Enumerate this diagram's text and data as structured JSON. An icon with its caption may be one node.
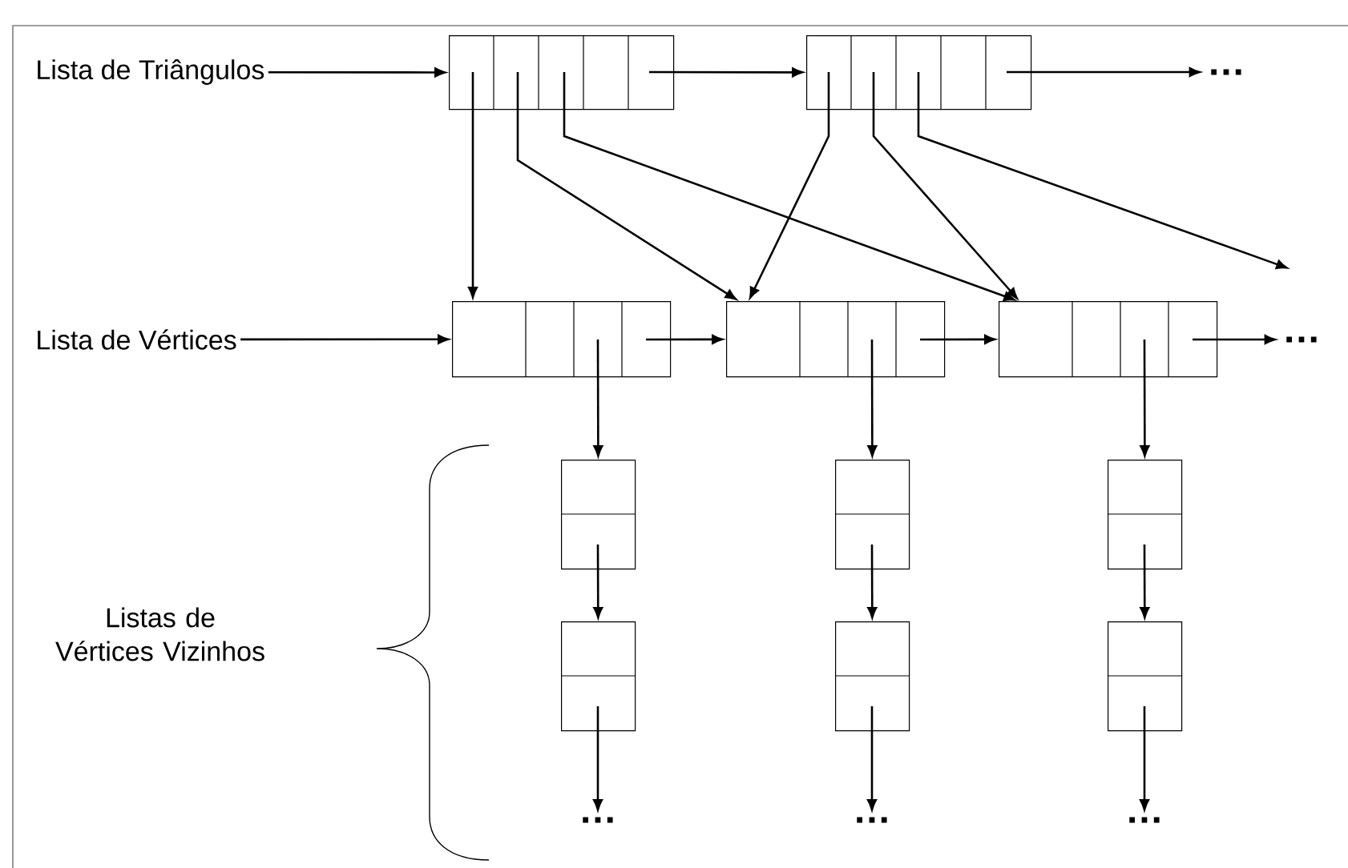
{
  "diagram": {
    "nodes": [
      {
        "text": [
          "Lista de Triângulos"
        ]
      },
      {
        "text": [],
        "shape": "box"
      },
      {
        "text": [],
        "shape": "box"
      },
      {
        "text": [
          "…"
        ]
      },
      {
        "text": [
          "Lista de Vértices"
        ]
      },
      {
        "text": [],
        "shape": "box"
      },
      {
        "text": [],
        "shape": "box"
      },
      {
        "text": [],
        "shape": "box"
      },
      {
        "text": [
          "…"
        ]
      },
      {
        "text": [],
        "shape": "box"
      },
      {
        "text": [],
        "shape": "box"
      },
      {
        "text": [],
        "shape": "box"
      },
      {
        "text": [],
        "shape": "box"
      },
      {
        "text": [],
        "shape": "box"
      },
      {
        "text": [],
        "shape": "box"
      },
      {
        "text": [
          "…"
        ]
      },
      {
        "text": [
          "…"
        ]
      },
      {
        "text": [
          "…"
        ]
      }
    ],
    "edges": [
      {
        "from": 0,
        "to": 1,
        "arrow": "to"
      },
      {
        "from": 1,
        "to": 2,
        "arrow": "to"
      },
      {
        "from": 2,
        "to": 3,
        "arrow": "to"
      },
      {
        "from": 4,
        "to": 5,
        "arrow": "to"
      },
      {
        "from": 5,
        "to": 6,
        "arrow": "to"
      },
      {
        "from": 6,
        "to": 7,
        "arrow": "to"
      },
      {
        "from": 7,
        "to": 8,
        "arrow": "to"
      },
      {
        "from": 1,
        "to": 5,
        "arrow": "to"
      },
      {
        "from": 1,
        "to": 6,
        "arrow": "to"
      },
      {
        "from": 1,
        "to": 7,
        "arrow": "to"
      },
      {
        "from": 2,
        "to": 6,
        "arrow": "to"
      },
      {
        "from": 2,
        "to": 7,
        "arrow": "to"
      },
      {
        "from": 2,
        "to": null,
        "arrow": "to"
      },
      {
        "from": 5,
        "to": 9,
        "arrow": "to"
      },
      {
        "from": 9,
        "to": 12,
        "arrow": "to"
      },
      {
        "from": 12,
        "to": 15,
        "arrow": "to"
      },
      {
        "from": 6,
        "to": 10,
        "arrow": "to"
      },
      {
        "from": 10,
        "to": 13,
        "arrow": "to"
      },
      {
        "from": 13,
        "to": 16,
        "arrow": "to"
      },
      {
        "from": 7,
        "to": 11,
        "arrow": "to"
      },
      {
        "from": 11,
        "to": 14,
        "arrow": "to"
      },
      {
        "from": 14,
        "to": 17,
        "arrow": "to"
      }
    ],
    "labels": [
      "Listas de Vértices Vizinhos"
    ]
  }
}
